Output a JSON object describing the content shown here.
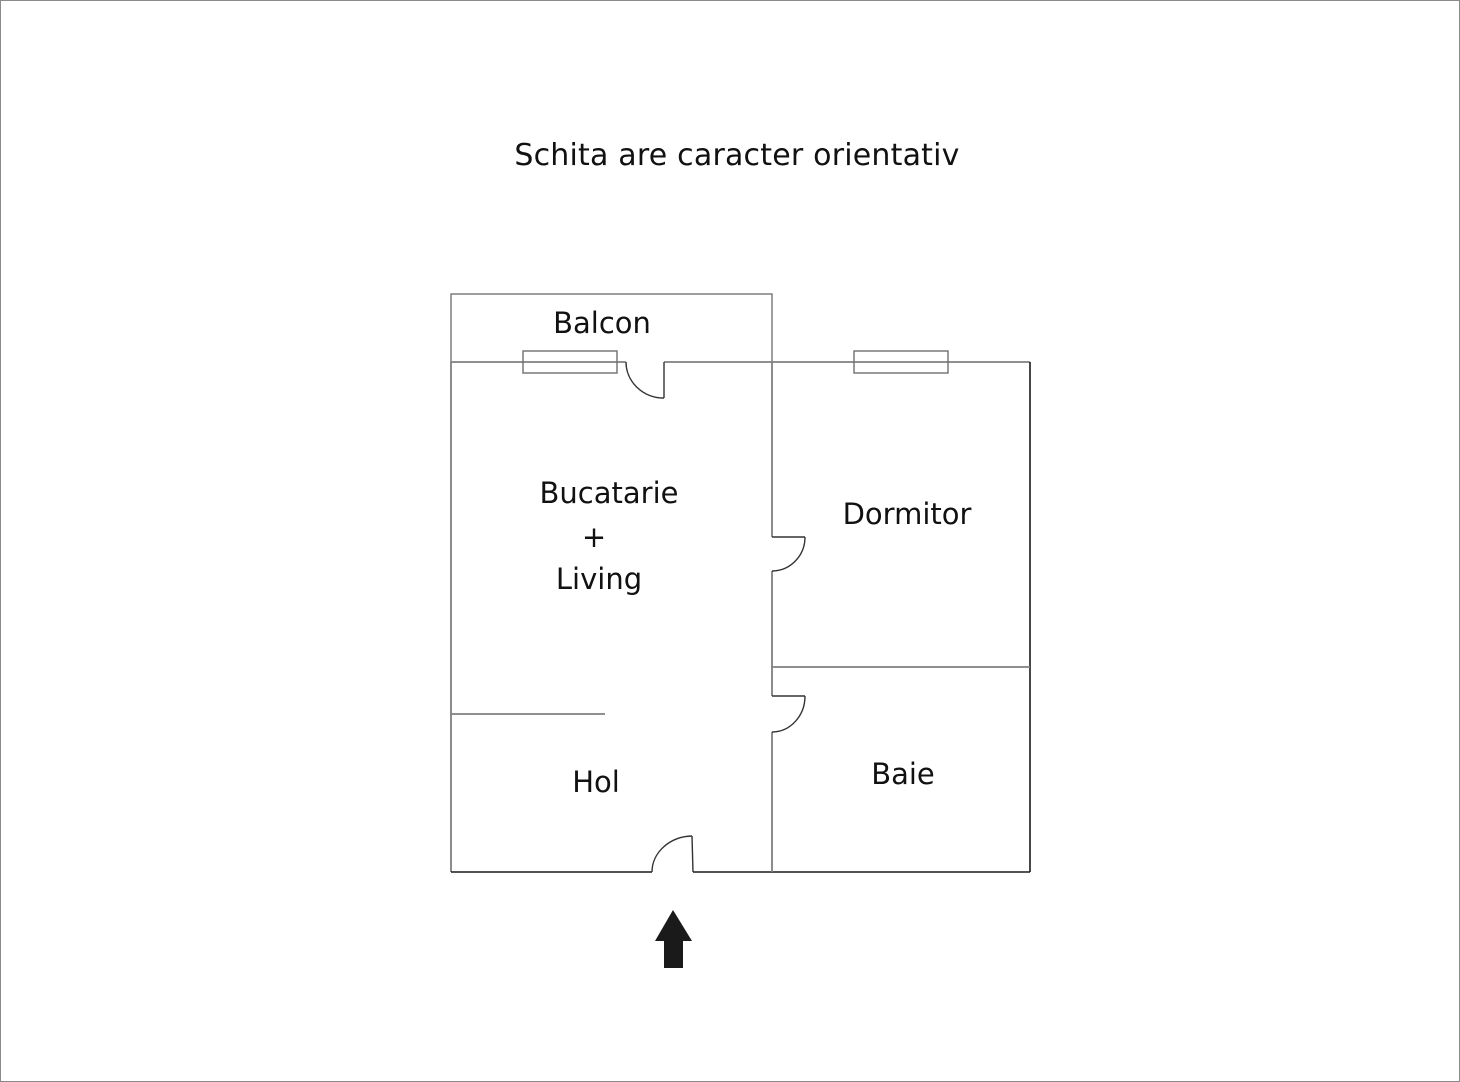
{
  "title": "Schita are caracter orientativ",
  "rooms": {
    "balcon": "Balcon",
    "bucatarie": "Bucatarie",
    "plus": "+",
    "living": "Living",
    "dormitor": "Dormitor",
    "hol": "Hol",
    "baie": "Baie"
  },
  "icons": {
    "entrance": "arrow-up-icon"
  },
  "colors": {
    "wall_interior": "#7f7f7f",
    "wall_exterior": "#1a1a1a",
    "text": "#111111",
    "arrow": "#1a1a1a",
    "frame": "#8a8a8a"
  }
}
